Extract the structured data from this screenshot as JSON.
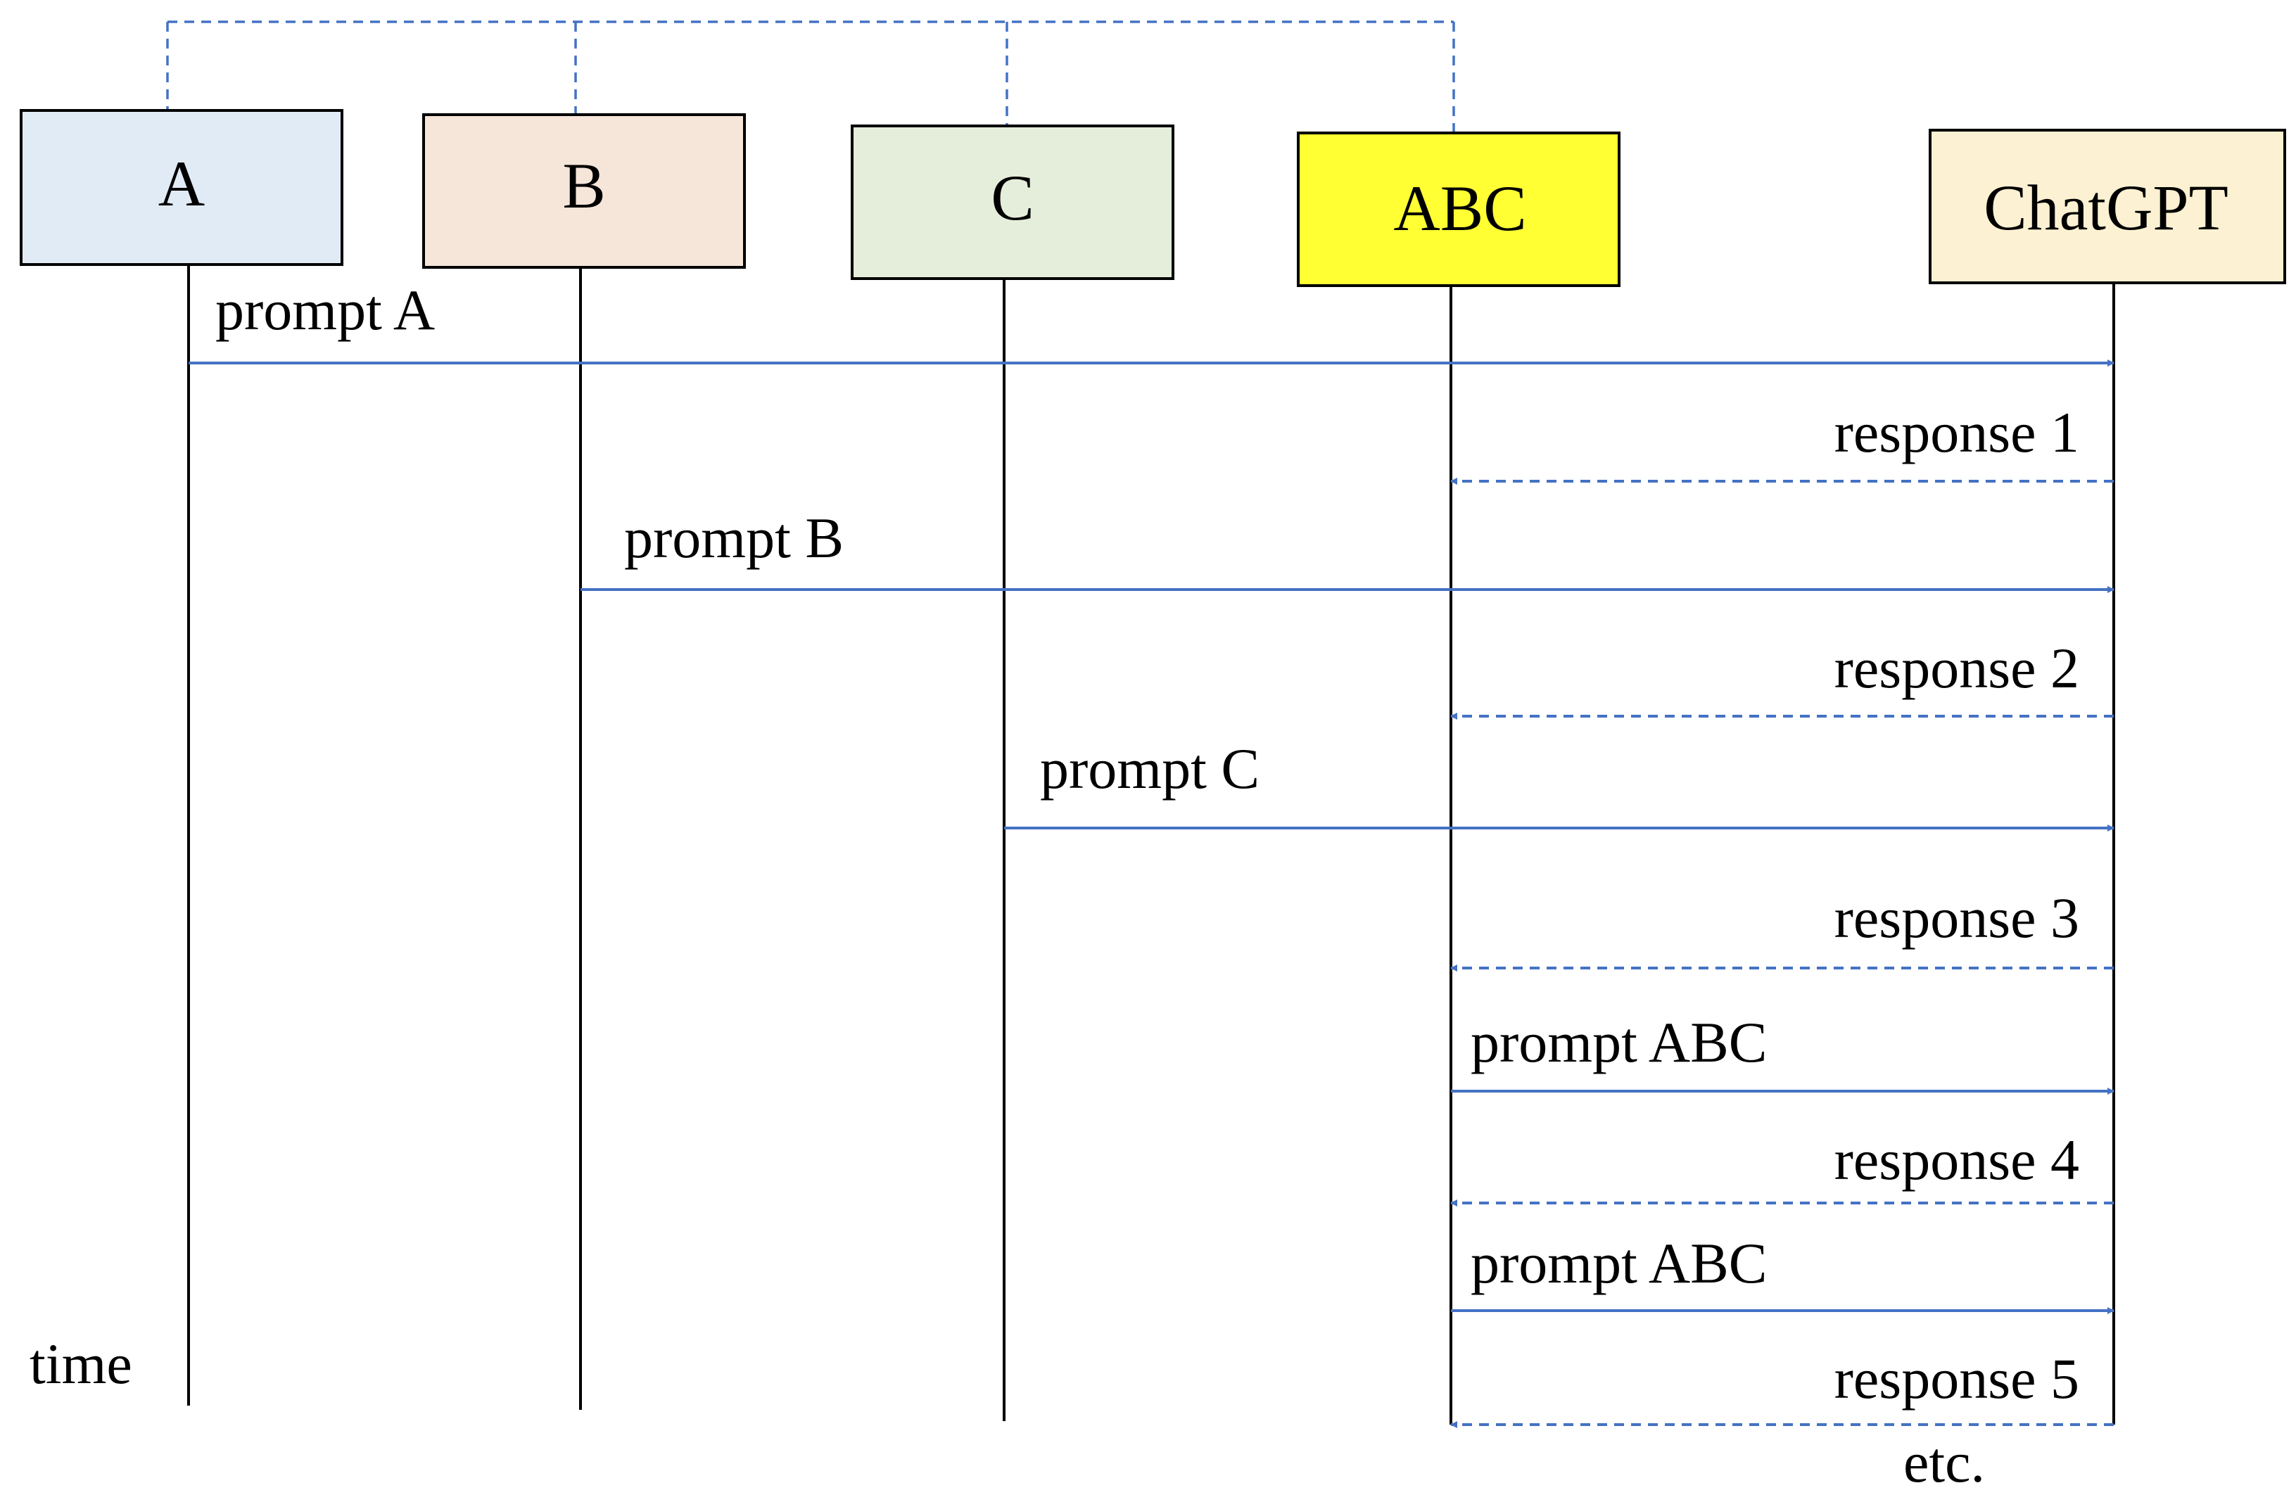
{
  "participants": [
    {
      "id": "A",
      "label": "A",
      "fill": "#E1EBF5"
    },
    {
      "id": "B",
      "label": "B",
      "fill": "#F6E5D9"
    },
    {
      "id": "C",
      "label": "C",
      "fill": "#E4EEDB"
    },
    {
      "id": "ABC",
      "label": "ABC",
      "fill": "#FFFF33"
    },
    {
      "id": "ChatGPT",
      "label": "ChatGPT",
      "fill": "#FCF1D2"
    }
  ],
  "messages": [
    {
      "from": "A",
      "to": "ChatGPT",
      "label": "prompt A",
      "kind": "request"
    },
    {
      "from": "ChatGPT",
      "to": "ABC",
      "label": "response 1",
      "kind": "response"
    },
    {
      "from": "B",
      "to": "ChatGPT",
      "label": "prompt B",
      "kind": "request"
    },
    {
      "from": "ChatGPT",
      "to": "ABC",
      "label": "response 2",
      "kind": "response"
    },
    {
      "from": "C",
      "to": "ChatGPT",
      "label": "prompt C",
      "kind": "request"
    },
    {
      "from": "ChatGPT",
      "to": "ABC",
      "label": "response 3",
      "kind": "response"
    },
    {
      "from": "ABC",
      "to": "ChatGPT",
      "label": "prompt ABC",
      "kind": "request"
    },
    {
      "from": "ChatGPT",
      "to": "ABC",
      "label": "response 4",
      "kind": "response"
    },
    {
      "from": "ABC",
      "to": "ChatGPT",
      "label": "prompt ABC",
      "kind": "request"
    },
    {
      "from": "ChatGPT",
      "to": "ABC",
      "label": "response 5",
      "kind": "response"
    }
  ],
  "time_label": "time",
  "continuation_label": "etc.",
  "colors": {
    "arrow": "#4472C4",
    "connector": "#4472C4",
    "lifeline": "#000000",
    "box_border": "#000000"
  }
}
